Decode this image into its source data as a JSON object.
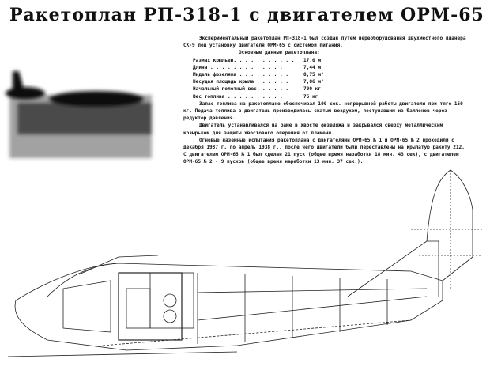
{
  "title": "Ракетоплан РП-318-1 с двигателем ОРМ-65",
  "intro": "Экспериментальный ракетоплан РП-318-1 был создан путем переоборудования двухместного планера СК-9 под установку двигателя ОРМ-65 с системой питания.",
  "specs_heading": "Основные данные ракетоплана:",
  "specs": [
    {
      "name": "Размах крыльев. . . . . . . . . . .",
      "value": "17,0 м"
    },
    {
      "name": "Длина . . . . . . . . . . . . .",
      "value": "7,44 м"
    },
    {
      "name": "Мидель фюзеляжа . . . . . . . . .",
      "value": "0,75 м²"
    },
    {
      "name": "Несущая площадь крыла . . . . . .",
      "value": "7,86 м²"
    },
    {
      "name": "Начальный полетный вес. . . . . .",
      "value": "700 кг"
    },
    {
      "name": "Вес топлива . . . . . . . . . .",
      "value": "75 кг"
    }
  ],
  "para_fuel": "Запас топлива на ракетоплане обеспечивал 100 сек. непрерывной работы двигателя при тяге 150 кг. Подача топлива в двигатель производилась сжатым воздухом, поступавшим из баллонов через редуктор давления.",
  "para_engine": "Двигатель устанавливался на раме в хвосте фюзеляжа и закрывался сверху металлическим козырьком для защиты хвостового оперения от пламени.",
  "para_tests": "Огневые наземные испытания ракетоплана с двигателями ОРМ-65 № 1 и ОРМ-65 № 2 проходили с декабря 1937 г. по апрель 1938 г., после чего двигатели были переставлены на крылатую ракету 212. С двигателем ОРМ-65 № 1 был сделан 21 пуск (общее время наработки 18 мин. 43 сек), с двигателем ОРМ-65 № 2 - 9 пусков (общее время наработки 13 мин. 37 сек.)."
}
